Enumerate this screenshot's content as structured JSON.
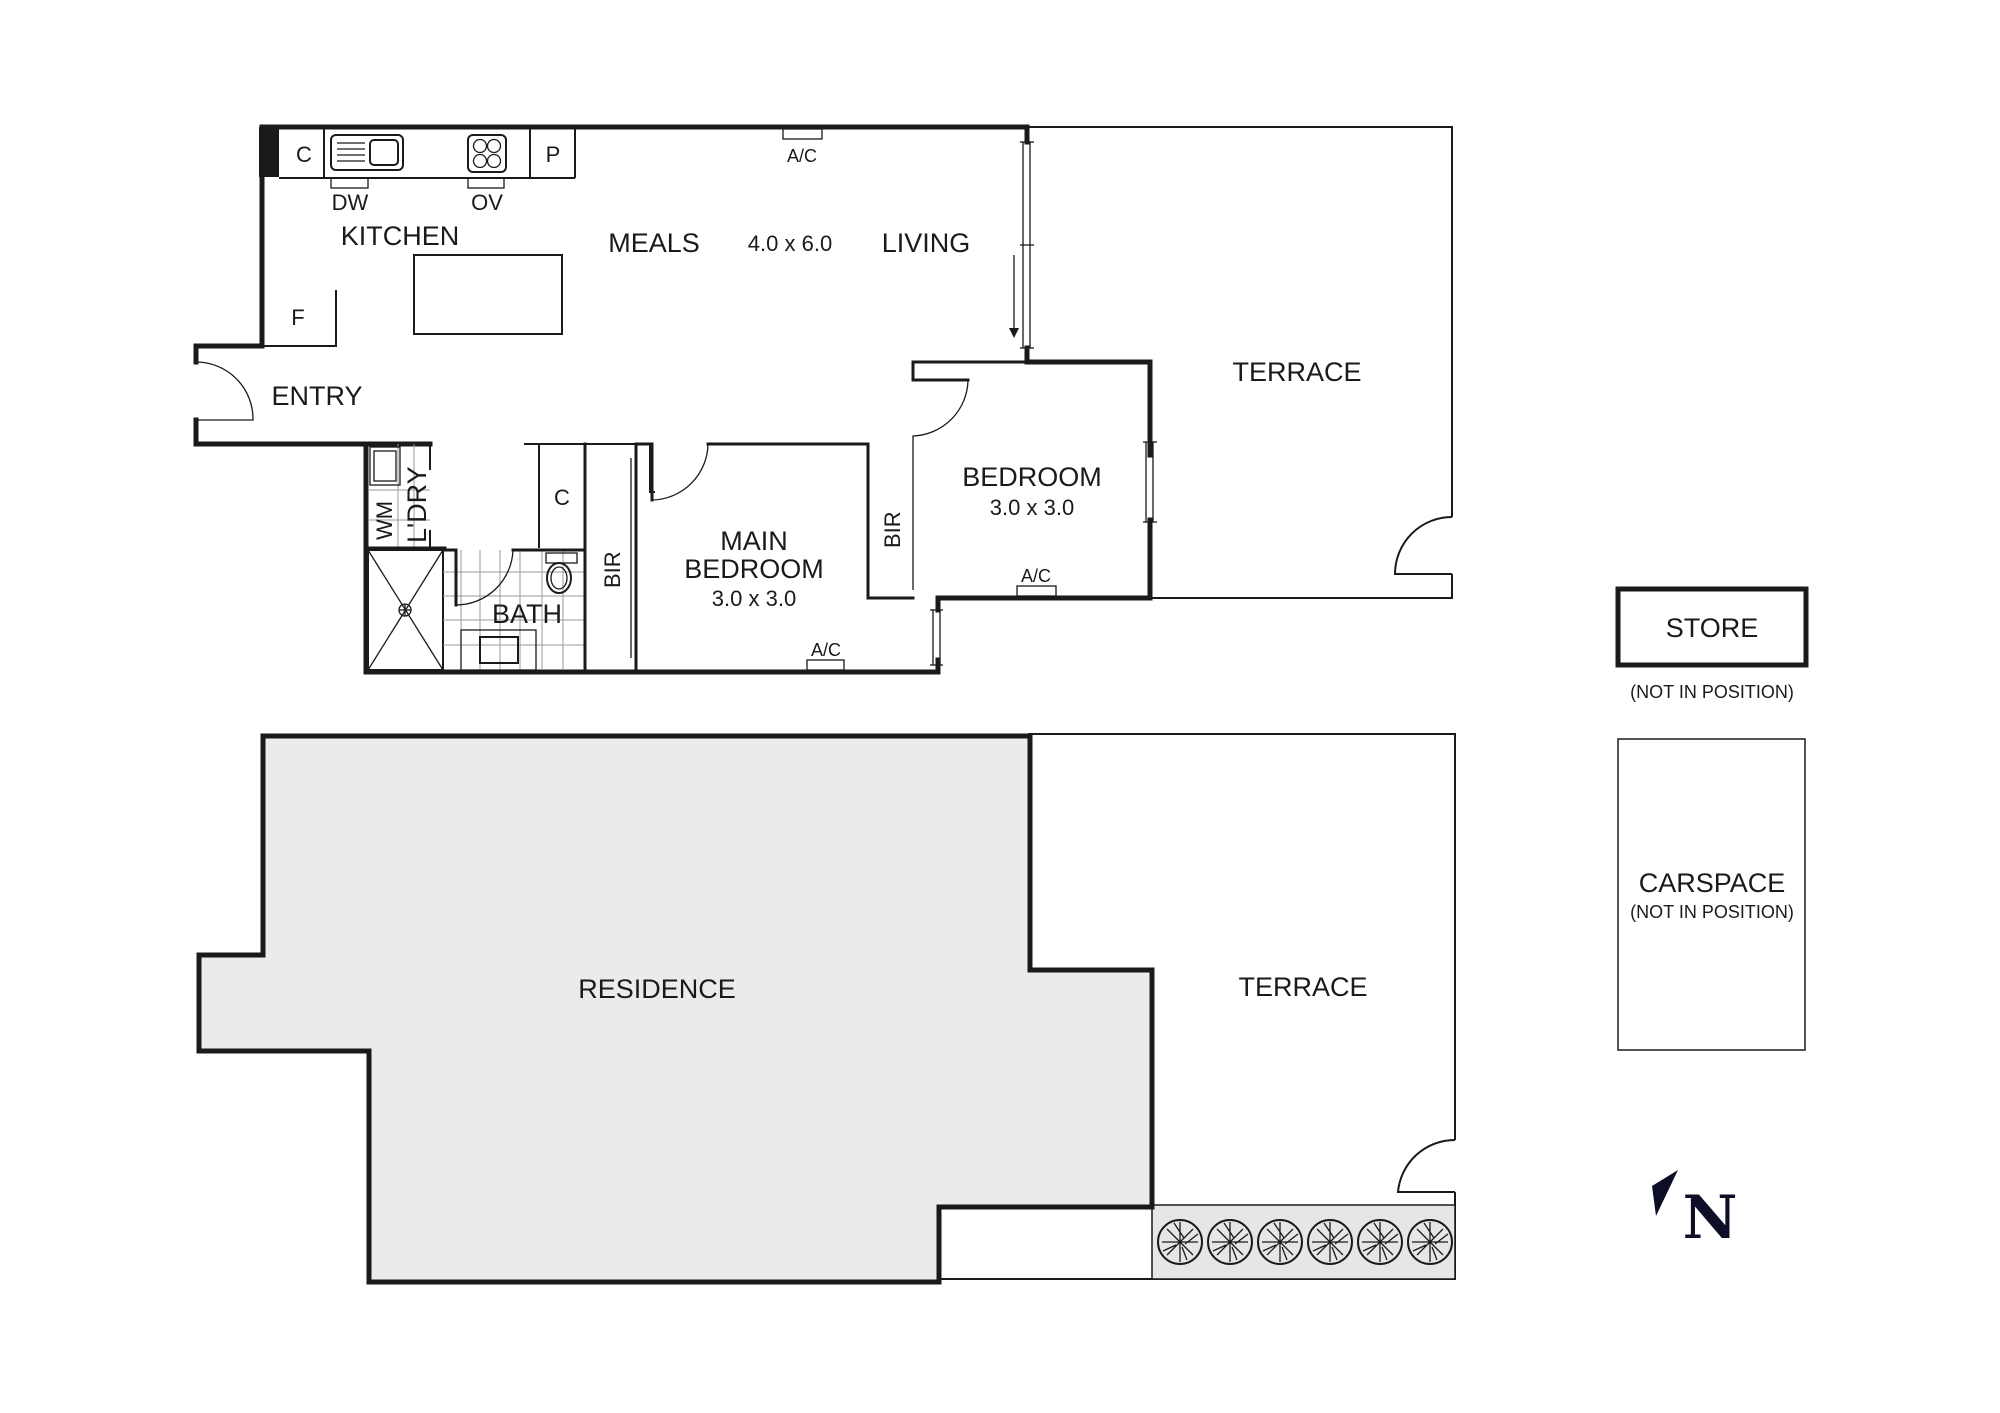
{
  "plan": {
    "type": "floor-plan",
    "colors": {
      "wall": "#1a1a1a",
      "residence_fill": "#ebebeb",
      "planter_fill": "#e6e6e6",
      "north_arrow": "#0d0f26"
    },
    "upper_level": {
      "rooms": {
        "kitchen": {
          "label": "KITCHEN"
        },
        "meals": {
          "label": "MEALS"
        },
        "meals_living_dim": {
          "label": "4.0 x 6.0"
        },
        "living": {
          "label": "LIVING"
        },
        "entry": {
          "label": "ENTRY"
        },
        "laundry": {
          "label": "L'DRY"
        },
        "bath": {
          "label": "BATH"
        },
        "main_bedroom": {
          "label_line1": "MAIN",
          "label_line2": "BEDROOM",
          "dim": "3.0 x 3.0"
        },
        "bedroom": {
          "label": "BEDROOM",
          "dim": "3.0 x 3.0"
        },
        "terrace": {
          "label": "TERRACE"
        }
      },
      "fixtures": {
        "cupboard_kitchen": "C",
        "pantry": "P",
        "dishwasher": "DW",
        "oven": "OV",
        "fridge": "F",
        "washing_machine": "WM",
        "cupboard_hall": "C",
        "bir_main": "BIR",
        "bir_bedroom": "BIR",
        "ac_living": "A/C",
        "ac_main_bedroom": "A/C",
        "ac_bedroom": "A/C"
      }
    },
    "lower_level": {
      "residence": {
        "label": "RESIDENCE"
      },
      "terrace": {
        "label": "TERRACE"
      },
      "planter_count": 6
    },
    "store": {
      "label": "STORE",
      "note": "(NOT IN POSITION)"
    },
    "carspace": {
      "label": "CARSPACE",
      "note": "(NOT IN POSITION)"
    },
    "north": {
      "label": "N"
    }
  }
}
